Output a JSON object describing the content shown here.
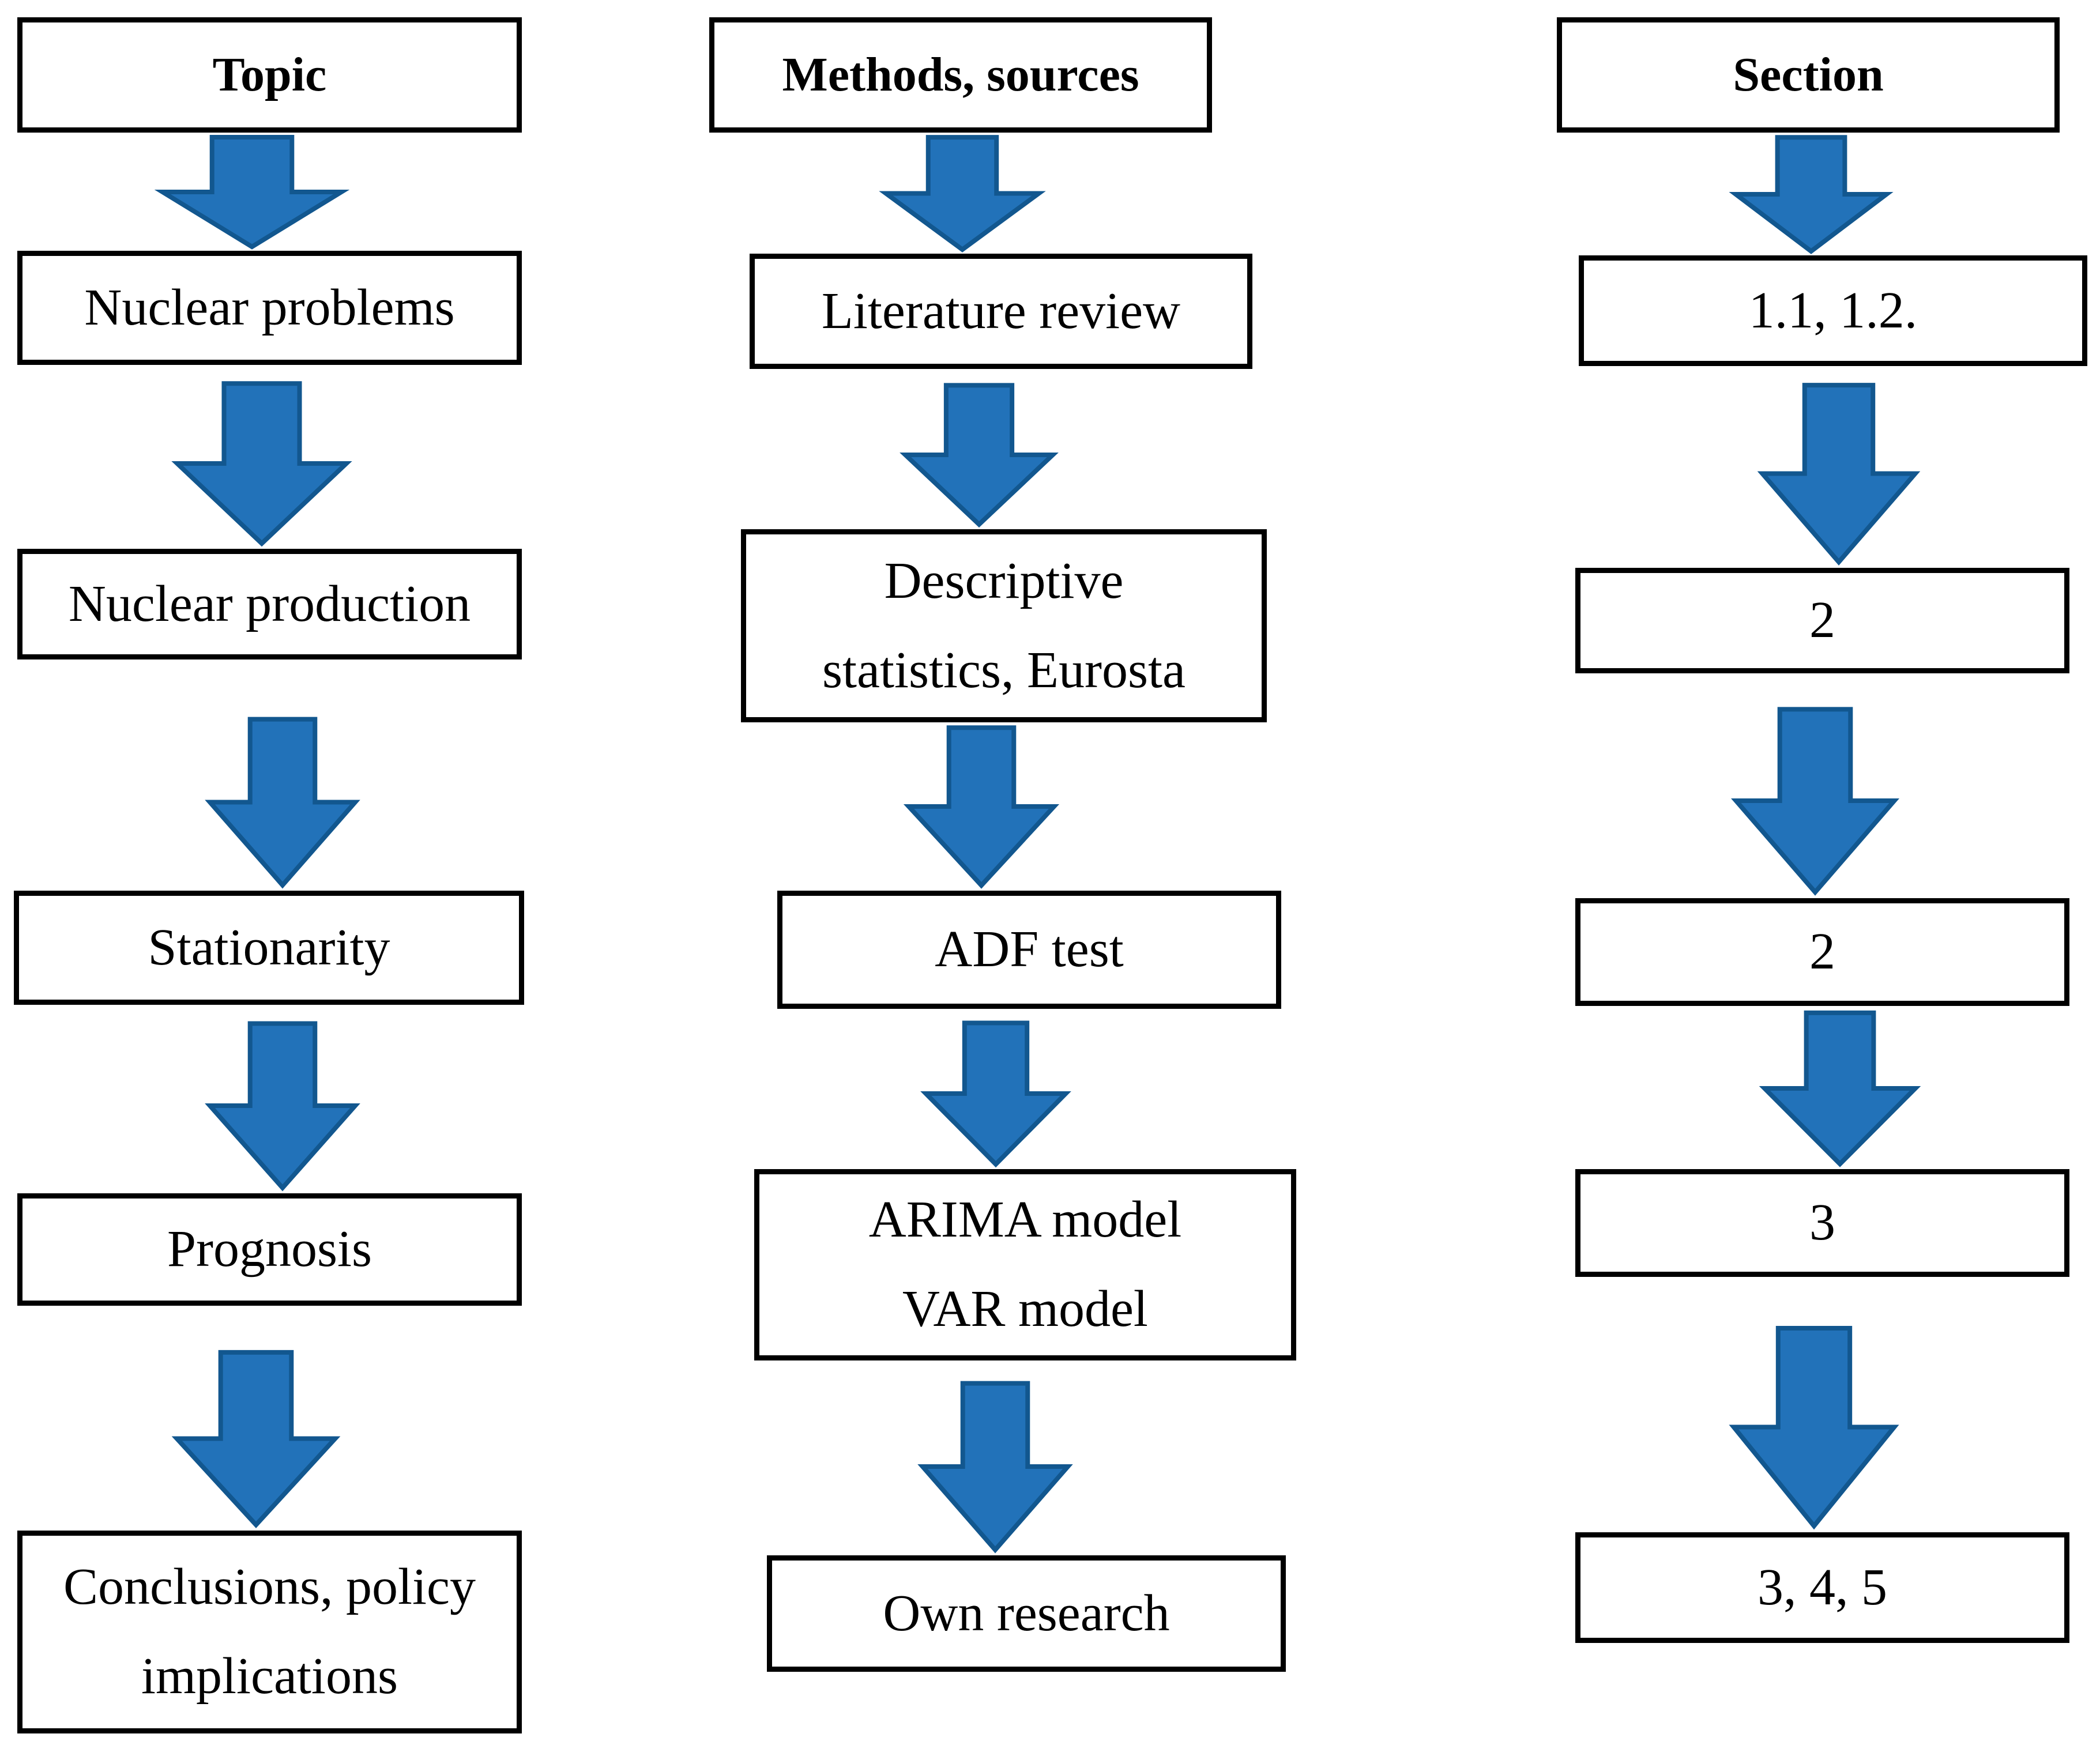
{
  "diagram": {
    "colors": {
      "arrow_fill": "#2272B9",
      "arrow_outline": "#12578F",
      "box_border": "#000000",
      "text_color": "#000000",
      "background": "#FFFFFF"
    },
    "columns": [
      {
        "header": "Topic",
        "boxes": [
          "Nuclear problems",
          "Nuclear production",
          "Stationarity",
          "Prognosis",
          "Conclusions, policy\nimplications"
        ]
      },
      {
        "header": "Methods, sources",
        "boxes": [
          "Literature review",
          "Descriptive\nstatistics, Eurosta",
          "ADF test",
          "ARIMA model\nVAR model",
          "Own research"
        ]
      },
      {
        "header": "Section",
        "boxes": [
          "1.1, 1.2.",
          "2",
          "2",
          "3",
          "3, 4, 5"
        ]
      }
    ]
  }
}
